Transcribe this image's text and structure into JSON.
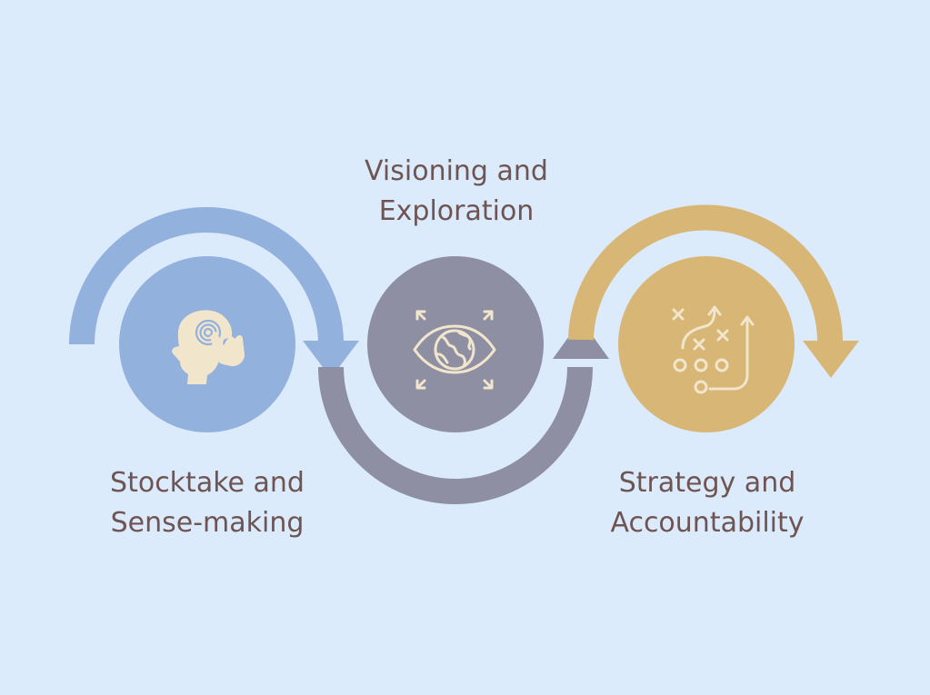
{
  "stages": [
    {
      "line1": "Stocktake and",
      "line2": "Sense-making",
      "icon": "head-touch-icon",
      "color": "#93b1dd"
    },
    {
      "line1": "Visioning and",
      "line2": "Exploration",
      "icon": "eye-globe-icon",
      "color": "#8e8fa3"
    },
    {
      "line1": "Strategy and",
      "line2": "Accountability",
      "icon": "strategy-playbook-icon",
      "color": "#d8b676"
    }
  ],
  "colors": {
    "background": "#dbebfb",
    "text": "#6e5452",
    "icon": "#f1e5cc"
  }
}
